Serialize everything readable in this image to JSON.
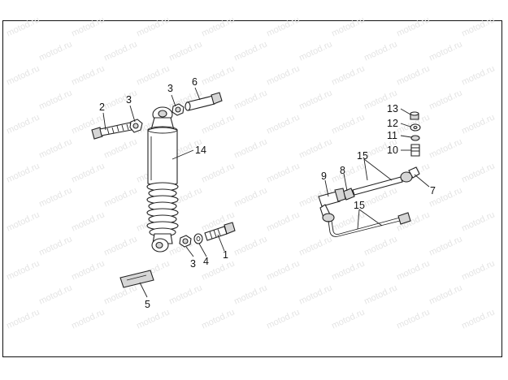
{
  "watermark": {
    "text": "motod.ru"
  },
  "callouts": {
    "c1": "1",
    "c2": "2",
    "c3a": "3",
    "c3b": "3",
    "c3c": "3",
    "c4": "4",
    "c5": "5",
    "c6": "6",
    "c7": "7",
    "c8": "8",
    "c9": "9",
    "c10": "10",
    "c11": "11",
    "c12": "12",
    "c13": "13",
    "c14": "14",
    "c15a": "15",
    "c15b": "15"
  }
}
